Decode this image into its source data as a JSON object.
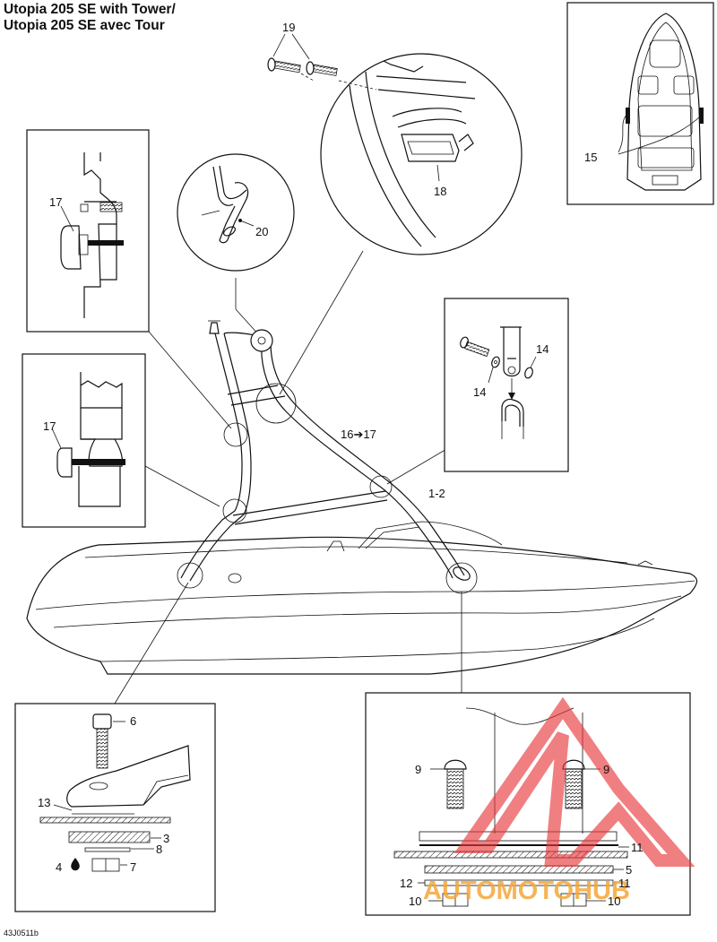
{
  "title": {
    "line1": "Utopia 205 SE with Tower/",
    "line2": "Utopia 205 SE avec Tour"
  },
  "diagram_code": "43J0511b",
  "callouts": {
    "c19": "19",
    "c18": "18",
    "c15": "15",
    "c20": "20",
    "c17a": "17",
    "c17b": "17",
    "c14a": "14",
    "c14b": "14",
    "c1617": "16➔17",
    "c12": "1-2",
    "c6": "6",
    "c13": "13",
    "c3": "3",
    "c8": "8",
    "c4": "4",
    "c7": "7",
    "c9a": "9",
    "c9b": "9",
    "c11a": "11",
    "c5": "5",
    "c12b": "12",
    "c11b": "11",
    "c10a": "10",
    "c10b": "10"
  },
  "watermark": {
    "text": "AUTOMOTOHUB",
    "color_red": "#e8373a",
    "color_orange": "#f4a83a"
  }
}
